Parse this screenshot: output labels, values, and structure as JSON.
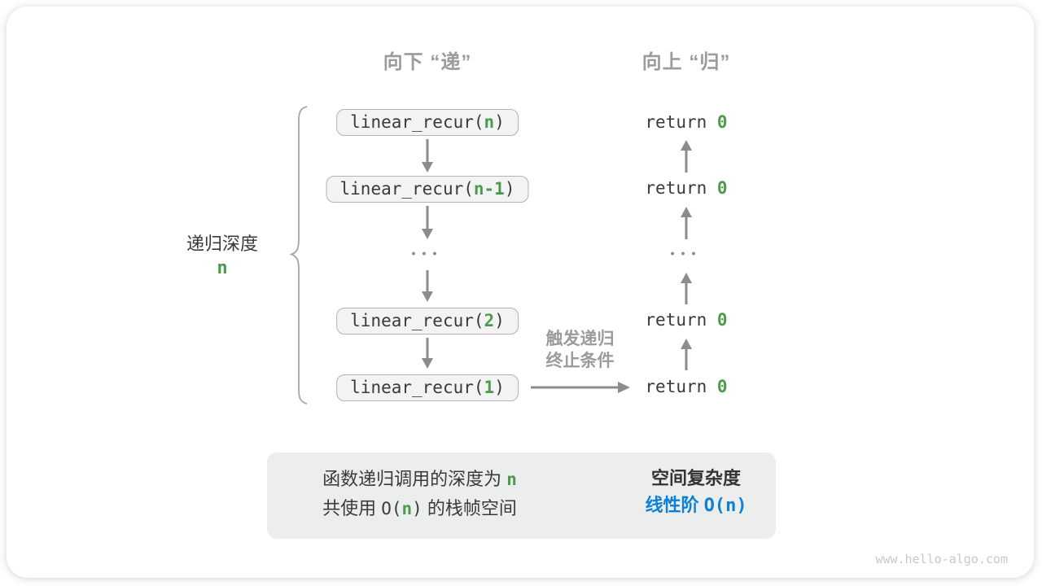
{
  "colors": {
    "green": "#4C9B4C",
    "blue": "#0D80D5",
    "label": "#9B9B9B",
    "arrow": "#8C8C8C",
    "dark": "#3A3A3A",
    "boxbg": "#F2F3F2",
    "boxbd": "#B3B3B3",
    "sumbg": "#ECEDED",
    "bigarrow": "#C9CBCB",
    "watermark": "#C8C8C8",
    "brace": "#A6A6A6"
  },
  "headers": {
    "descend": "向下 “递”",
    "ascend": "向上 “归”"
  },
  "depth": {
    "label": "递归深度",
    "value": "n"
  },
  "stack": {
    "call_prefix": "linear_recur(",
    "call_suffix": ")",
    "frames": [
      {
        "arg": "n"
      },
      {
        "arg": "n-1"
      },
      {
        "arg": "2"
      },
      {
        "arg": "1"
      }
    ],
    "ellipsis": "•••"
  },
  "returns": {
    "keyword": "return ",
    "value": "0",
    "ellipsis": "•••"
  },
  "termination": {
    "line1": "触发递归",
    "line2": "终止条件"
  },
  "summary": {
    "line1": {
      "text": "函数递归调用的深度为 ",
      "var": "n"
    },
    "line2": {
      "pre": "共使用 ",
      "open": "O(",
      "var": "n",
      "close": ")",
      "post": " 的栈帧空间"
    },
    "title": "空间复杂度",
    "result": {
      "label": "线性阶 ",
      "open": "O(",
      "var": "n",
      "close": ")"
    }
  },
  "watermark": "www.hello-algo.com"
}
